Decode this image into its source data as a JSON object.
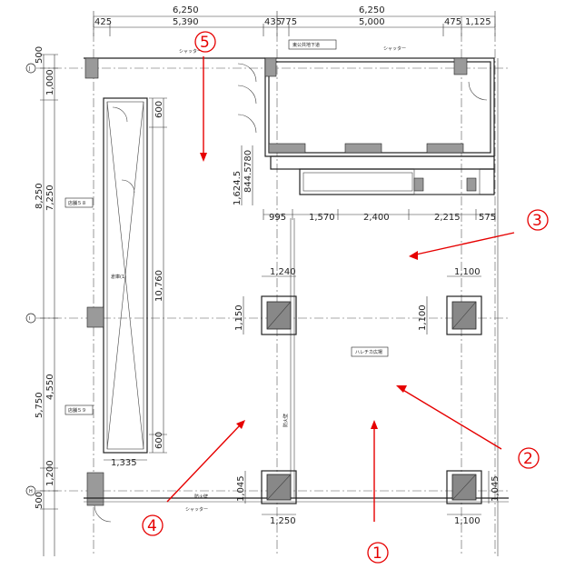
{
  "dims_top_overall": [
    "6,250",
    "6,250"
  ],
  "dims_top": [
    "425",
    "5,390",
    "435",
    "775",
    "5,000",
    "475",
    "1,125"
  ],
  "dims_left_outer": [
    "500",
    "1,000",
    "8,250",
    "5,750",
    "1,200",
    "500"
  ],
  "dims_left_inner": [
    "7,250",
    "4,550"
  ],
  "dims_row": [
    "995",
    "1,570",
    "2,400",
    "2,215",
    "575"
  ],
  "dims_mid": [
    "1,624.5",
    "844.5",
    "780"
  ],
  "dims_col_top": [
    "1,240",
    "1,100"
  ],
  "dims_col_side": [
    "1,150",
    "1,100"
  ],
  "dims_col_bottom": [
    "1,250",
    "1,100"
  ],
  "dims_col_side_bottom": [
    "1,045",
    "1,045"
  ],
  "dims_shelf": [
    "600",
    "10,760",
    "600",
    "1,335"
  ],
  "grid_labels": [
    "J",
    "I",
    "H"
  ],
  "labels": {
    "corridor": "東公共地下道",
    "plaza": "ハレチカ広場",
    "store1": "店舗５８",
    "store2": "店舗５９",
    "storage": "倉庫(1)",
    "shutter_l": "シャッター",
    "shutter_r": "シャッター",
    "shutter_b": "シャッター",
    "wall_l": "防火壁",
    "wall_b": "防火壁"
  },
  "markers": [
    "1",
    "2",
    "3",
    "4",
    "5"
  ],
  "colors": {
    "arrow": "#e60000"
  }
}
